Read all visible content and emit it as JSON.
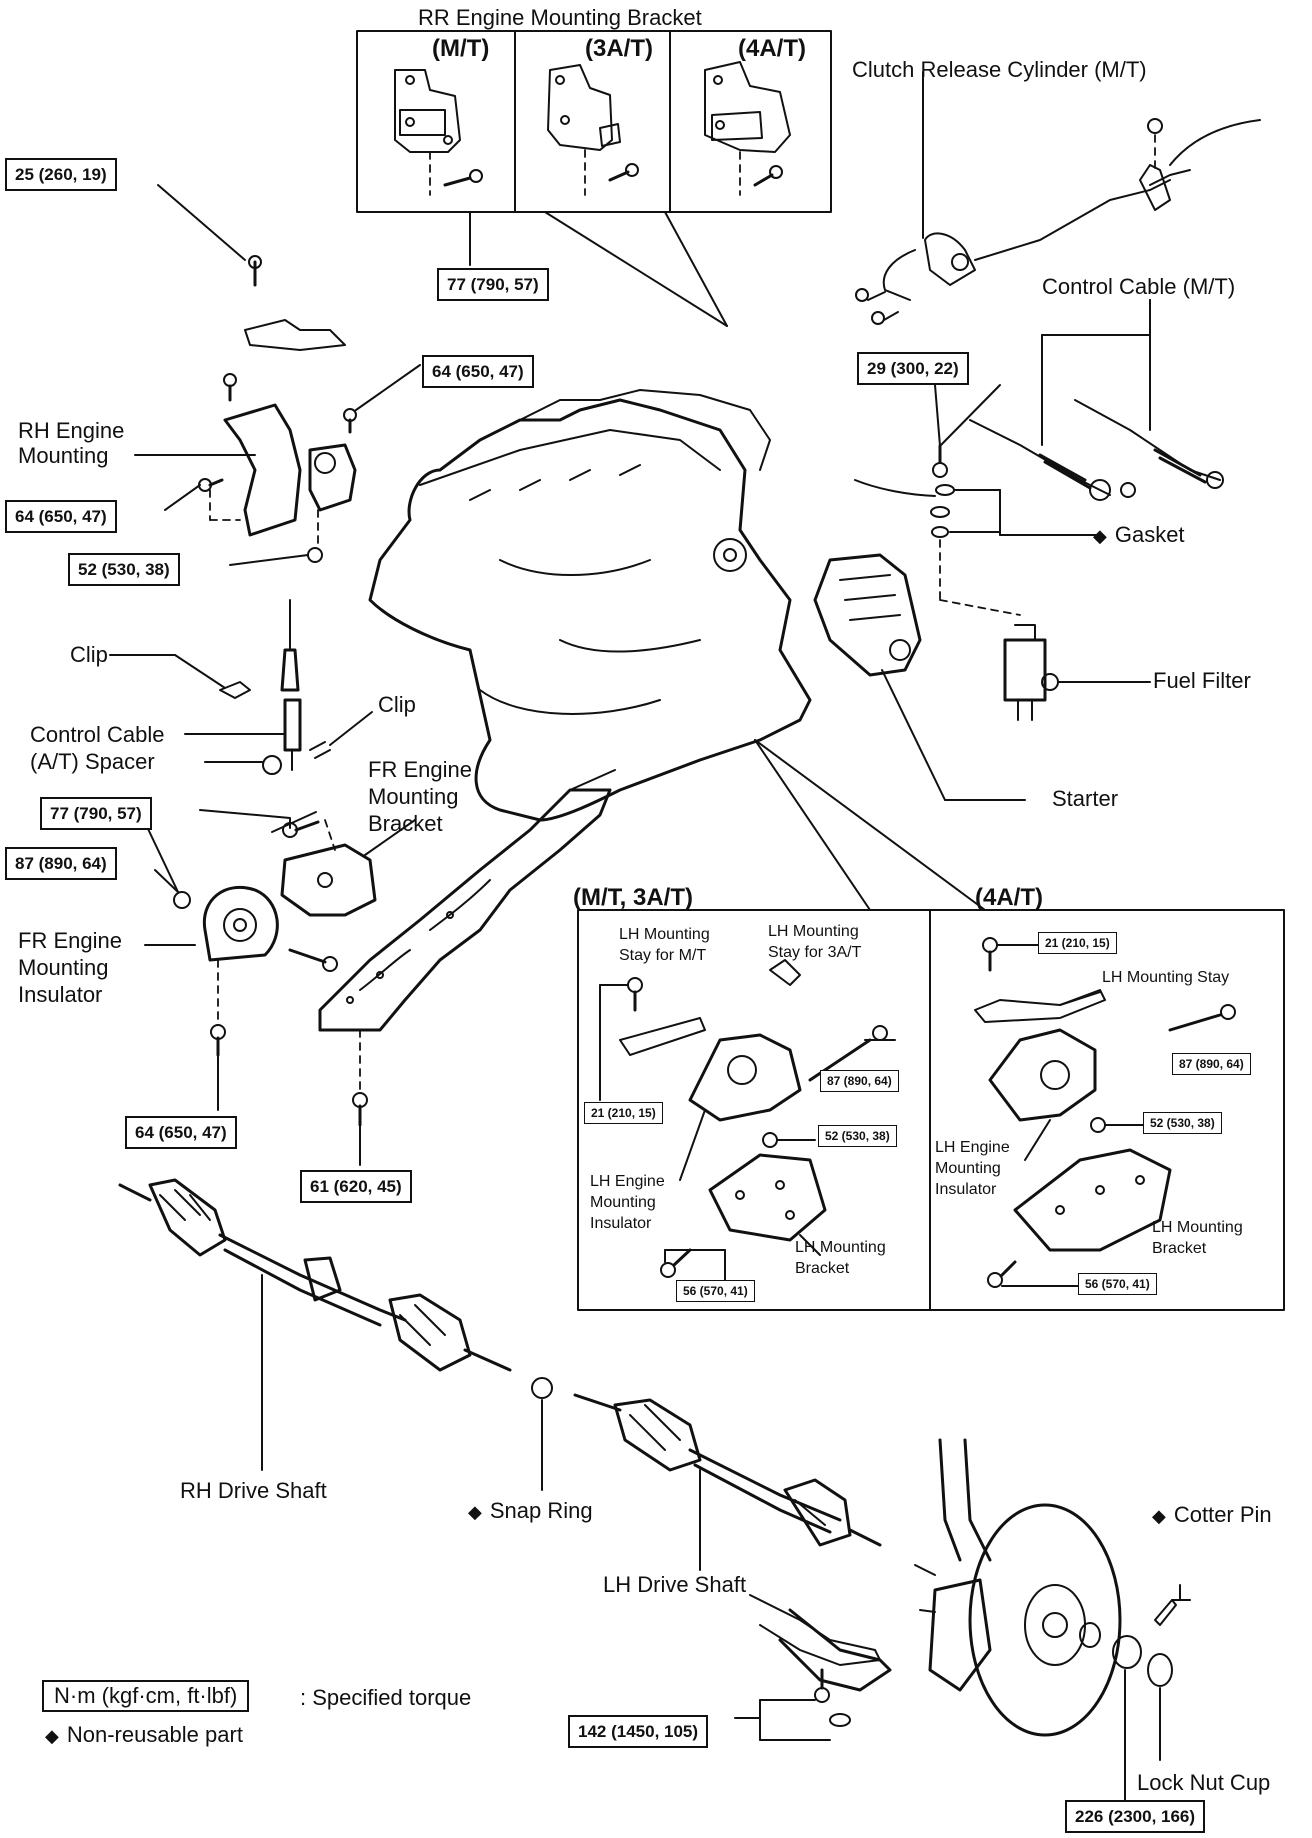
{
  "labels": {
    "rr_bracket_title": "RR Engine Mounting Bracket",
    "variant_mt": "(M/T)",
    "variant_3at": "(3A/T)",
    "variant_4at": "(4A/T)",
    "clutch_release_cylinder": "Clutch Release Cylinder (M/T)",
    "control_cable_mt": "Control Cable (M/T)",
    "rh_engine_mounting_1": "RH Engine",
    "rh_engine_mounting_2": "Mounting",
    "gasket": "Gasket",
    "clip_1": "Clip",
    "clip_2": "Clip",
    "fuel_filter": "Fuel Filter",
    "control_cable_at_1": "Control Cable",
    "control_cable_at_2": "(A/T) Spacer",
    "fr_bracket_1": "FR Engine",
    "fr_bracket_2": "Mounting",
    "fr_bracket_3": "Bracket",
    "starter": "Starter",
    "fr_insulator_1": "FR Engine",
    "fr_insulator_2": "Mounting",
    "fr_insulator_3": "Insulator",
    "mt3at_group": "(M/T, 3A/T)",
    "at4_group": "(4A/T)",
    "lh_stay_mt_1": "LH Mounting",
    "lh_stay_mt_2": "Stay for M/T",
    "lh_stay_3at_1": "LH Mounting",
    "lh_stay_3at_2": "Stay for 3A/T",
    "lh_stay_4at": "LH Mounting Stay",
    "lh_insulator_a_1": "LH Engine",
    "lh_insulator_a_2": "Mounting",
    "lh_insulator_a_3": "Insulator",
    "lh_bracket_a_1": "LH Mounting",
    "lh_bracket_a_2": "Bracket",
    "lh_insulator_b_1": "LH Engine",
    "lh_insulator_b_2": "Mounting",
    "lh_insulator_b_3": "Insulator",
    "lh_bracket_b_1": "LH Mounting",
    "lh_bracket_b_2": "Bracket",
    "rh_drive_shaft": "RH Drive Shaft",
    "snap_ring": "Snap Ring",
    "lh_drive_shaft": "LH Drive Shaft",
    "cotter_pin": "Cotter Pin",
    "lock_nut_cup": "Lock Nut Cup",
    "legend_unit": "N·m (kgf·cm, ft·lbf)",
    "legend_unit_desc": ": Specified torque",
    "legend_nonreusable": "Non-reusable part",
    "diamond": "◆"
  },
  "torques": {
    "t_25": "25 (260, 19)",
    "t_77_rr": "77 (790, 57)",
    "t_64_top": "64 (650, 47)",
    "t_29": "29 (300, 22)",
    "t_64_rh": "64 (650, 47)",
    "t_52_rh": "52 (530, 38)",
    "t_77_fr": "77 (790, 57)",
    "t_87_fr": "87 (890, 64)",
    "t_64_fr": "64 (650, 47)",
    "t_61": "61 (620, 45)",
    "t_21_a": "21 (210, 15)",
    "t_87_a": "87 (890, 64)",
    "t_52_a": "52 (530, 38)",
    "t_56_a": "56 (570, 41)",
    "t_21_b": "21 (210, 15)",
    "t_87_b": "87 (890, 64)",
    "t_52_b": "52 (530, 38)",
    "t_56_b": "56 (570, 41)",
    "t_142": "142 (1450, 105)",
    "t_226": "226 (2300, 166)"
  }
}
